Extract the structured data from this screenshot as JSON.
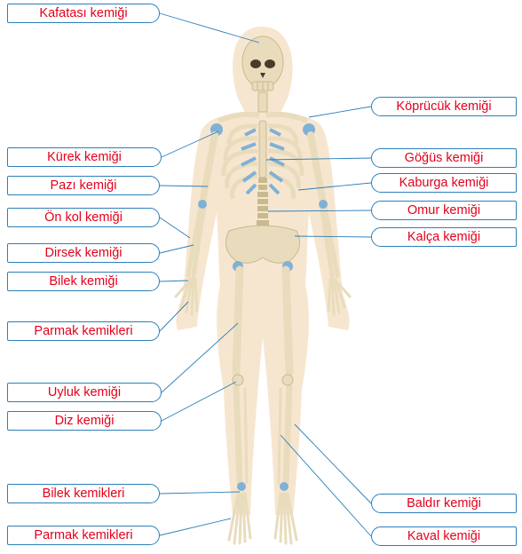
{
  "colors": {
    "label_text": "#e3001b",
    "label_border": "#2c7fb8",
    "leader_line": "#2c7fb8",
    "bone": "#e9dcbd",
    "bone_shadow": "#c9b98f",
    "body_silhouette": "#f7e6cf",
    "cartilage": "#7fb1d6"
  },
  "labels": {
    "skull": "Kafatası kemiği",
    "clavicle": "Köprücük kemiği",
    "scapula": "Kürek kemiği",
    "sternum": "Göğüs kemiği",
    "humerus": "Pazı kemiği",
    "ribs": "Kaburga kemiği",
    "radius": "Ön kol kemiği",
    "vertebra": "Omur kemiği",
    "ulna": "Dirsek kemiği",
    "pelvis": "Kalça kemiği",
    "wrist": "Bilek kemiği",
    "finger_bones": "Parmak kemikleri",
    "femur": "Uyluk kemiği",
    "patella": "Diz kemiği",
    "fibula": "Baldır kemiği",
    "tarsals": "Bilek kemikleri",
    "toe_bones": "Parmak kemikleri",
    "tibia": "Kaval kemiği"
  }
}
